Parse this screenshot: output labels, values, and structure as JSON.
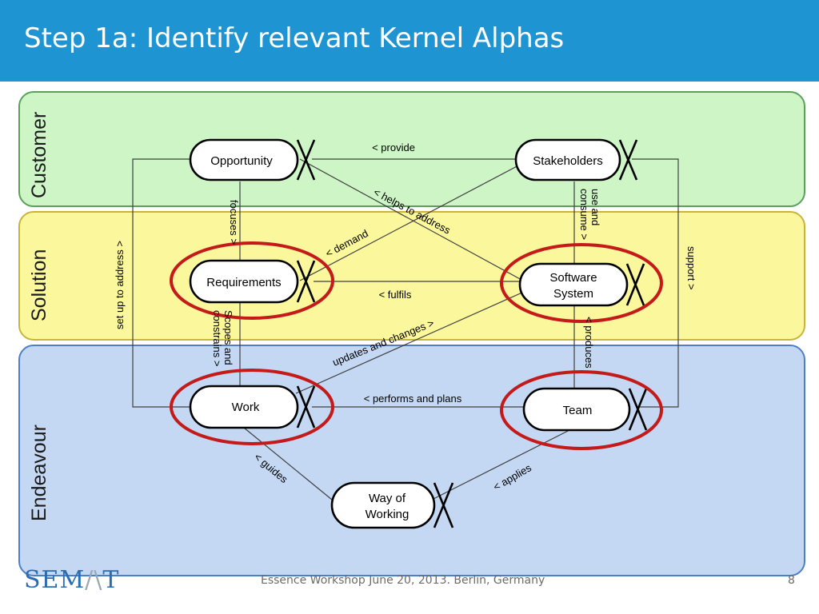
{
  "slide": {
    "title": "Step 1a: Identify relevant Kernel Alphas",
    "footer": "Essence Workshop June 20, 2013. Berlin, Germany",
    "page_number": "8",
    "logo_text": "SEMAT"
  },
  "colors": {
    "title_bar": "#1f94d2",
    "customer_band": "#cdf5c6",
    "solution_band": "#fbf79c",
    "endeavour_band": "#c4d8f3",
    "highlight_ring": "#c41a1a"
  },
  "areas": {
    "customer": "Customer",
    "solution": "Solution",
    "endeavour": "Endeavour"
  },
  "alphas": {
    "opportunity": "Opportunity",
    "stakeholders": "Stakeholders",
    "requirements": "Requirements",
    "software_system_1": "Software",
    "software_system_2": "System",
    "work": "Work",
    "team": "Team",
    "way_of_working_1": "Way of",
    "way_of_working_2": "Working"
  },
  "highlighted_alphas": [
    "Requirements",
    "Software System",
    "Work",
    "Team"
  ],
  "relations": {
    "provide": "< provide",
    "helps_to_address": "< helps to address",
    "use_and_consume_1": "use and",
    "use_and_consume_2": "consume >",
    "focuses": "focuses >",
    "demand": "< demand",
    "fulfils": "< fulfils",
    "set_up_to_address": "set up to address >",
    "support": "support >",
    "scopes_and_constrains_1": "Scopes and",
    "scopes_and_constrains_2": "constrains >",
    "updates_and_changes": "updates and changes >",
    "produces": "< produces",
    "performs_and_plans": "< performs and plans",
    "guides": "< guides",
    "applies": "< applies"
  }
}
